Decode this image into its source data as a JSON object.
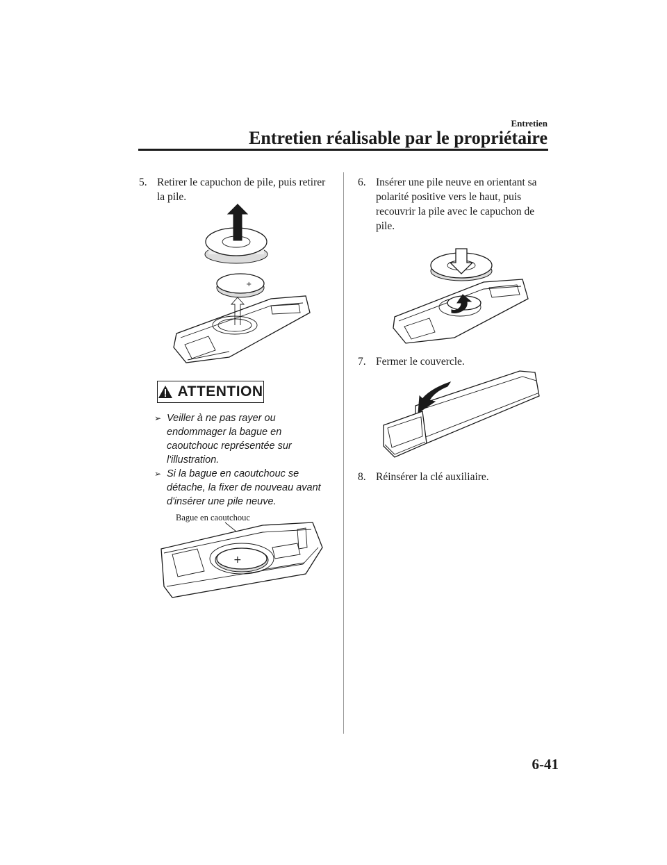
{
  "header": {
    "section": "Entretien",
    "title": "Entretien réalisable par le propriétaire"
  },
  "steps": [
    {
      "num": "5.",
      "text": "Retirer le capuchon de pile, puis retirer la pile."
    },
    {
      "num": "6.",
      "text": "Insérer une pile neuve en orientant sa polarité positive vers le haut, puis recouvrir la pile avec le capuchon de pile."
    },
    {
      "num": "7.",
      "text": "Fermer le couvercle."
    },
    {
      "num": "8.",
      "text": "Réinsérer la clé auxiliaire."
    }
  ],
  "caution": {
    "title": "ATTENTION",
    "items": [
      "Veiller à ne pas rayer ou endommager la bague en caoutchouc représentée sur l'illustration.",
      "Si la bague en caoutchouc se détache, la fixer de nouveau avant d'insérer une pile neuve."
    ]
  },
  "figure_label": "Bague en caoutchouc",
  "page_number": "6-41",
  "icons": {
    "warning": "warning-triangle-icon",
    "bullet": "arrow-bullet-icon"
  }
}
